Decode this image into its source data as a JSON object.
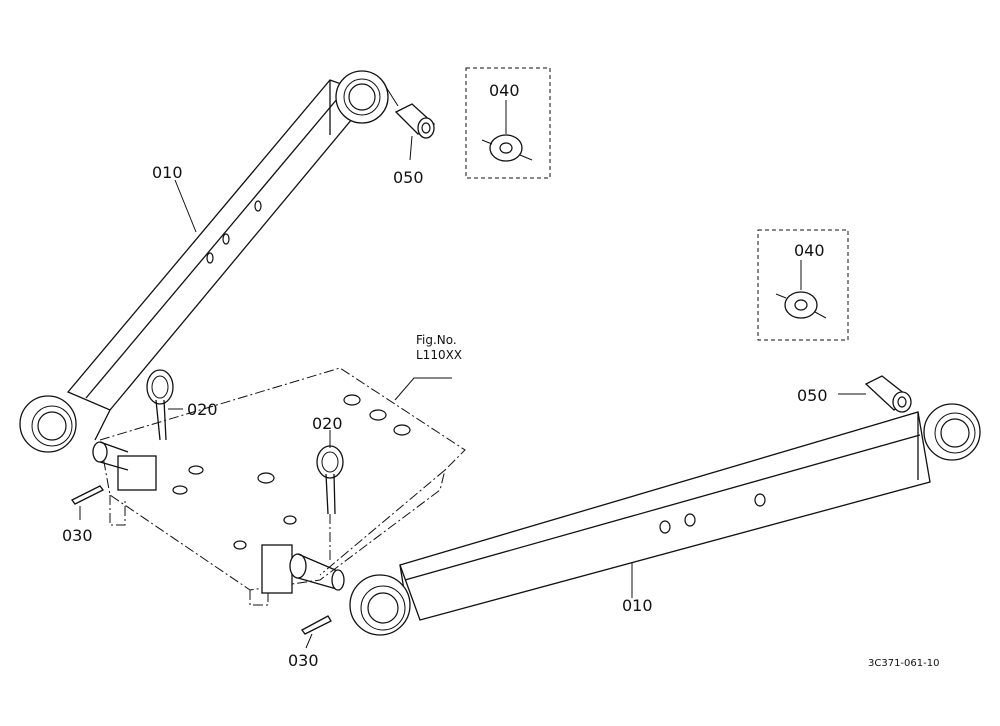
{
  "callouts": {
    "lower_link_left": "010",
    "lower_link_right": "010",
    "pin_left": "020",
    "pin_right": "020",
    "cotter_left": "030",
    "cotter_right": "030",
    "washer_top": "040",
    "washer_right": "040",
    "bushing_top": "050",
    "bushing_right": "050"
  },
  "reference": {
    "line1": "Fig.No.",
    "line2": "L110XX"
  },
  "drawing_code": "3C371-061-10"
}
